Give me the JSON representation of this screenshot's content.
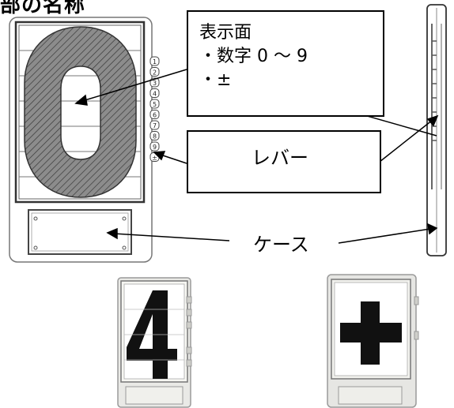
{
  "header": {
    "partial_title": "部の名称"
  },
  "callouts": {
    "display_face": {
      "title": "表示面",
      "items": [
        "・数字 0 〜 9",
        "・±"
      ]
    },
    "lever": {
      "label": "レバー"
    },
    "case": {
      "label": "ケース"
    }
  },
  "front_view": {
    "big_digit": "0",
    "lever_numbers": [
      "1",
      "2",
      "3",
      "4",
      "5",
      "6",
      "7",
      "8",
      "9",
      "±"
    ]
  },
  "examples": [
    {
      "shown": "4"
    },
    {
      "shown": "+"
    }
  ]
}
